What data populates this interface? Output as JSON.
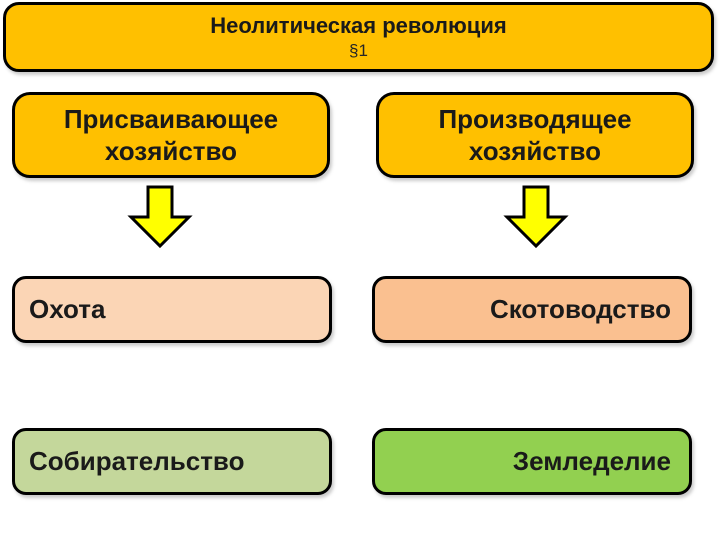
{
  "slide": {
    "title": {
      "line1": "Неолитическая революция",
      "line2": "§1"
    },
    "columns": [
      {
        "id": "appropriating",
        "header": "Присваивающее хозяйство",
        "items": [
          {
            "label": "Охота"
          },
          {
            "label": "Собирательство"
          }
        ]
      },
      {
        "id": "producing",
        "header": "Производящее хозяйство",
        "items": [
          {
            "label": "Скотоводство"
          },
          {
            "label": "Земледелие"
          }
        ]
      }
    ],
    "colors": {
      "title_fill": "#FFC000",
      "header_fill": "#FFC000",
      "arrow_fill": "#FFFF00",
      "hunting_fill": "#FBD5B5",
      "herding_fill": "#FAC090",
      "gathering_fill": "#C4D79B",
      "farming_fill": "#92D050",
      "outline": "#000000",
      "text": "#1a1a1a"
    }
  }
}
